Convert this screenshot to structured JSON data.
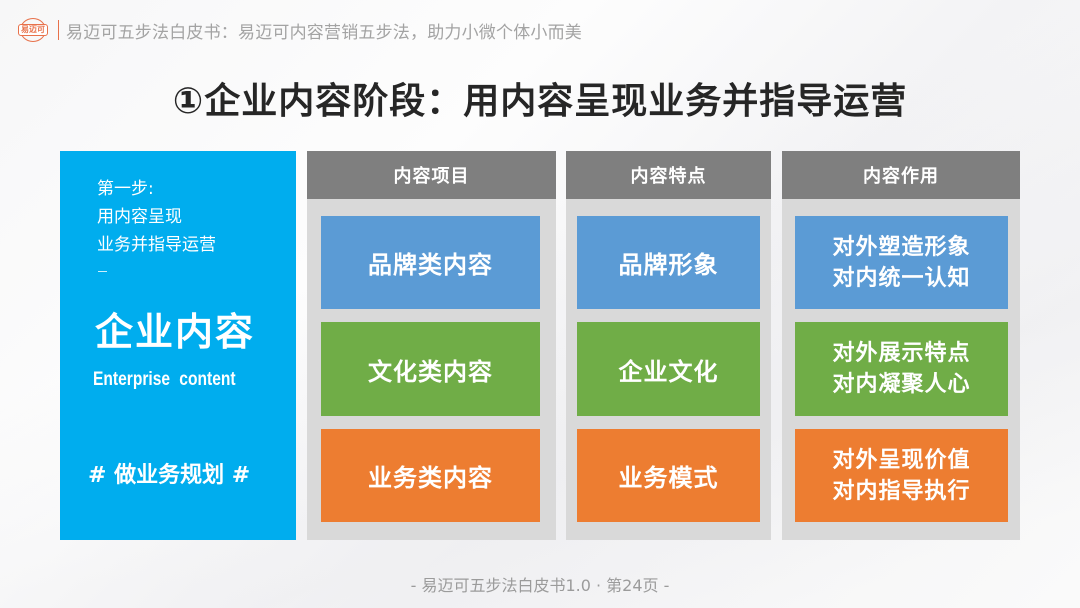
{
  "header": {
    "logo_text": "易迈可",
    "text": "易迈可五步法白皮书：易迈可内容营销五步法，助力小微个体小而美"
  },
  "title": "①企业内容阶段：用内容呈现业务并指导运营",
  "left_panel": {
    "step_lines": [
      "第一步:",
      "用内容呈现",
      "业务并指导运营"
    ],
    "dash": "—",
    "heading": "企业内容",
    "english": "Enterprise content",
    "tag": "# 做业务规划 #",
    "color": "#00adee"
  },
  "columns": [
    {
      "header": "内容项目",
      "cells": [
        {
          "lines": [
            "品牌类内容"
          ],
          "color": "blue"
        },
        {
          "lines": [
            "文化类内容"
          ],
          "color": "green"
        },
        {
          "lines": [
            "业务类内容"
          ],
          "color": "orange"
        }
      ]
    },
    {
      "header": "内容特点",
      "cells": [
        {
          "lines": [
            "品牌形象"
          ],
          "color": "blue"
        },
        {
          "lines": [
            "企业文化"
          ],
          "color": "green"
        },
        {
          "lines": [
            "业务模式"
          ],
          "color": "orange"
        }
      ]
    },
    {
      "header": "内容作用",
      "cells": [
        {
          "lines": [
            "对外塑造形象",
            "对内统一认知"
          ],
          "color": "blue"
        },
        {
          "lines": [
            "对外展示特点",
            "对内凝聚人心"
          ],
          "color": "green"
        },
        {
          "lines": [
            "对外呈现价值",
            "对内指导执行"
          ],
          "color": "orange"
        }
      ]
    }
  ],
  "colors": {
    "blue": "#5b9bd5",
    "green": "#70ad47",
    "orange": "#ed7d31",
    "column_header": "#7f7f7f",
    "column_bg": "#d9d9d9",
    "accent_logo": "#e8714a"
  },
  "footer": "- 易迈可五步法白皮书1.0 · 第24页 -"
}
